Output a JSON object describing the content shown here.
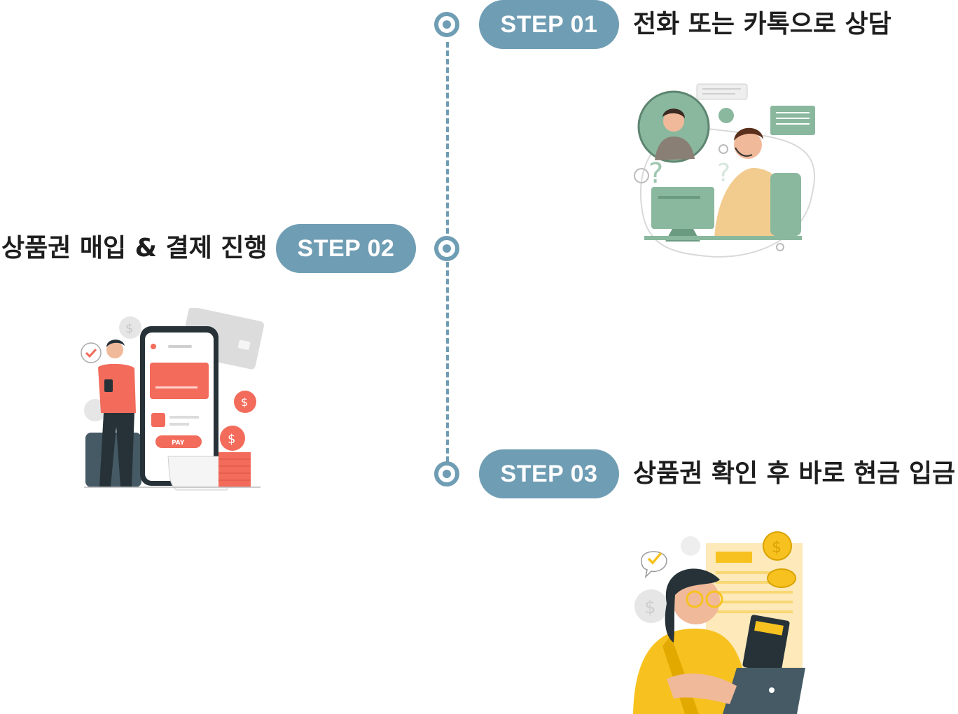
{
  "colors": {
    "accent": "#6f9db4",
    "text": "#1e1e1e",
    "green": "#8ab89e",
    "coral": "#f26b5b",
    "yellow": "#f7c21f"
  },
  "steps": [
    {
      "label": "STEP 01",
      "title": "전화 또는 카톡으로 상담",
      "illustration_icon": "consultation-illustration-icon"
    },
    {
      "label": "STEP 02",
      "title": "상품권 매입 & 결제 진행",
      "illustration_icon": "mobile-payment-illustration-icon"
    },
    {
      "label": "STEP 03",
      "title": "상품권 확인 후 바로 현금 입금",
      "illustration_icon": "cash-deposit-illustration-icon"
    }
  ]
}
